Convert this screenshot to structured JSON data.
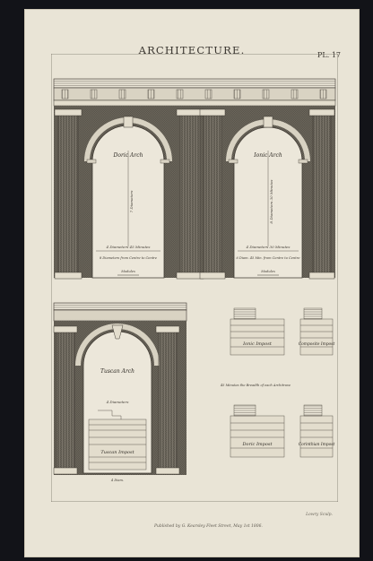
{
  "header": {
    "title": "ARCHITECTURE.",
    "plate_number": "PL. 17"
  },
  "footer": {
    "engraver": "Lowry Sculp.",
    "publisher": "Published by G. Kearsley Fleet Street, May 1st 1806."
  },
  "arches": {
    "doric": {
      "name": "Doric Arch",
      "height_label": "7 Diameters",
      "width_label": "4 Diameters 45 Minutes",
      "spacing_label": "8 Diameters from Centre to Centre",
      "scale_label": "Modules"
    },
    "ionic": {
      "name": "Ionic Arch",
      "height_label": "8 Diameters 30 Minutes",
      "width_label": "4 Diameters 30 Minutes",
      "spacing_label": "6 Diam. 45 Min. from Centre to Centre",
      "scale_label": "Modules"
    },
    "tuscan": {
      "name": "Tuscan Arch",
      "width_label": "4 Diameters",
      "scale_label": "4 Diam."
    }
  },
  "imposts": {
    "tuscan": "Tuscan Impost",
    "ionic": "Ionic Impost",
    "composite": "Composite Impost",
    "doric": "Doric Impost",
    "corinthian": "Corinthian Impost",
    "centre_note": "45 Minutes the Breadth of each Architrave"
  },
  "colors": {
    "paper": "#e9e4d6",
    "ink": "#3f3a33",
    "hatch": "#8a8478",
    "background": "#121318"
  }
}
